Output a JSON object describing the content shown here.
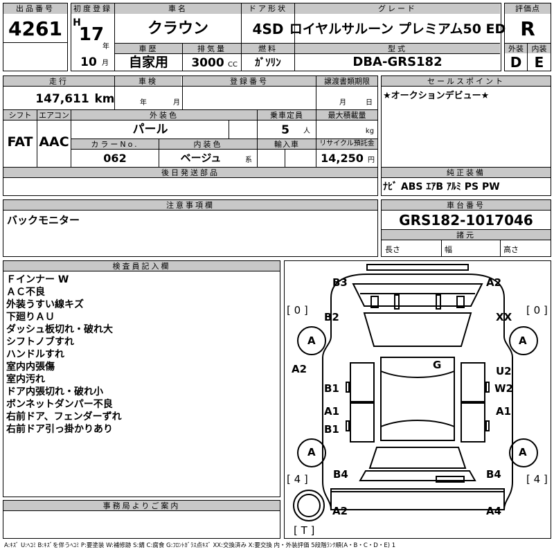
{
  "header": {
    "lot_label": "出品番号",
    "lot_value": "4261",
    "reg_label": "初度登録",
    "era": "H",
    "reg_year": "17",
    "year_unit": "年",
    "reg_month": "10",
    "month_unit": "月",
    "name_label": "車名",
    "name_value": "クラウン",
    "history_label": "車歴",
    "history_value": "自家用",
    "cc_label": "排気量",
    "cc_value": "3000",
    "cc_unit": "CC",
    "door_label": "ドア形状",
    "door_value": "4SD",
    "fuel_label": "燃料",
    "fuel_value": "ｶﾞｿﾘﾝ",
    "grade_label": "グレード",
    "grade_value": "ロイヤルサルーン プレミアム50 ED",
    "model_label": "型式",
    "model_value": "DBA-GRS182",
    "score_label": "評価点",
    "score_value": "R",
    "ext_label": "外装",
    "ext_value": "D",
    "int_label": "内装",
    "int_value": "E"
  },
  "info": {
    "mileage_label": "走行",
    "mileage_value": "147,611",
    "mileage_unit": "km",
    "inspection_label": "車検",
    "insp_year_unit": "年",
    "insp_month_unit": "月",
    "plate_label": "登録番号",
    "transfer_label": "譲渡書類期限",
    "transfer_month_unit": "月",
    "transfer_day_unit": "日",
    "shift_label": "シフト",
    "shift_value": "FAT",
    "ac_label": "エアコン",
    "ac_value": "AAC",
    "color_label": "外装色",
    "color_value": "パール",
    "capacity_label": "乗車定員",
    "capacity_value": "5",
    "capacity_unit": "人",
    "load_label": "最大積載量",
    "load_unit": "kg",
    "colorno_label": "カラーNo.",
    "colorno_value": "062",
    "intcolor_label": "内装色",
    "intcolor_value": "ベージュ",
    "intcolor_unit": "系",
    "import_label": "輸入車",
    "recycle_label": "リサイクル預託金",
    "recycle_value": "14,250",
    "recycle_unit": "円",
    "later_label": "後日発送部品",
    "sales_label": "セールスポイント",
    "sales_value": "★オークションデビュー★",
    "equip_label": "純正装備",
    "equip_value": "ﾅﾋﾞ ABS ｴｱB ｱﾙﾐ PS PW"
  },
  "notes": {
    "caution_label": "注意事項欄",
    "caution_value": "バックモニター",
    "chassis_label": "車台番号",
    "chassis_value": "GRS182-1017046",
    "specs_label": "諸元",
    "length_label": "長さ",
    "width_label": "幅",
    "height_label": "高さ"
  },
  "inspector": {
    "label": "検査員記入欄",
    "lines": [
      "Ｆインナー W",
      "ＡＣ不良",
      "外装うすい線キズ",
      "下廻りＡＵ",
      "ダッシュ板切れ・破れ大",
      "シフトノブすれ",
      "ハンドルすれ",
      "室内内張傷",
      "室内汚れ",
      "ドア内張切れ・破れ小",
      "ボンネットダンパー不良",
      "右前ドア、フェンダーずれ",
      "右前ドア引っ掛かりあり"
    ]
  },
  "office": {
    "label": "事務局よりご案内"
  },
  "diagram": {
    "b3": "B3",
    "a2_top": "A2",
    "bracket_tl": "[ 0 ]",
    "bracket_tr": "[ 0 ]",
    "b2": "B2",
    "xx": "XX",
    "wheel_fl": "A",
    "wheel_fr": "A",
    "a2_left": "A2",
    "g": "G",
    "u2": "U2",
    "b1_upper": "B1",
    "w2": "W2",
    "a1_left": "A1",
    "a1_right": "A1",
    "b1_lower": "B1",
    "wheel_rl": "A",
    "wheel_rr": "A",
    "bracket_bl": "[ 4 ]",
    "bracket_br": "[ 4 ]",
    "b4_left": "B4",
    "b4_right": "B4",
    "a2_bottom": "A2",
    "a4": "A4",
    "bracket_t": "[ T ]"
  },
  "legend": "A:ｷｽﾞ U:ﾍｺﾐ B:ｷｽﾞを伴うﾍｺﾐ P:要塗装 W:補修跡 S:錆 C:腐食 G:ﾌﾛﾝﾄｶﾞﾗｽ点ｷｽﾞ XX:交換済み X:要交換 内・外装評価 5段階ﾗﾝｸ順(A・B・C・D・E) 1"
}
